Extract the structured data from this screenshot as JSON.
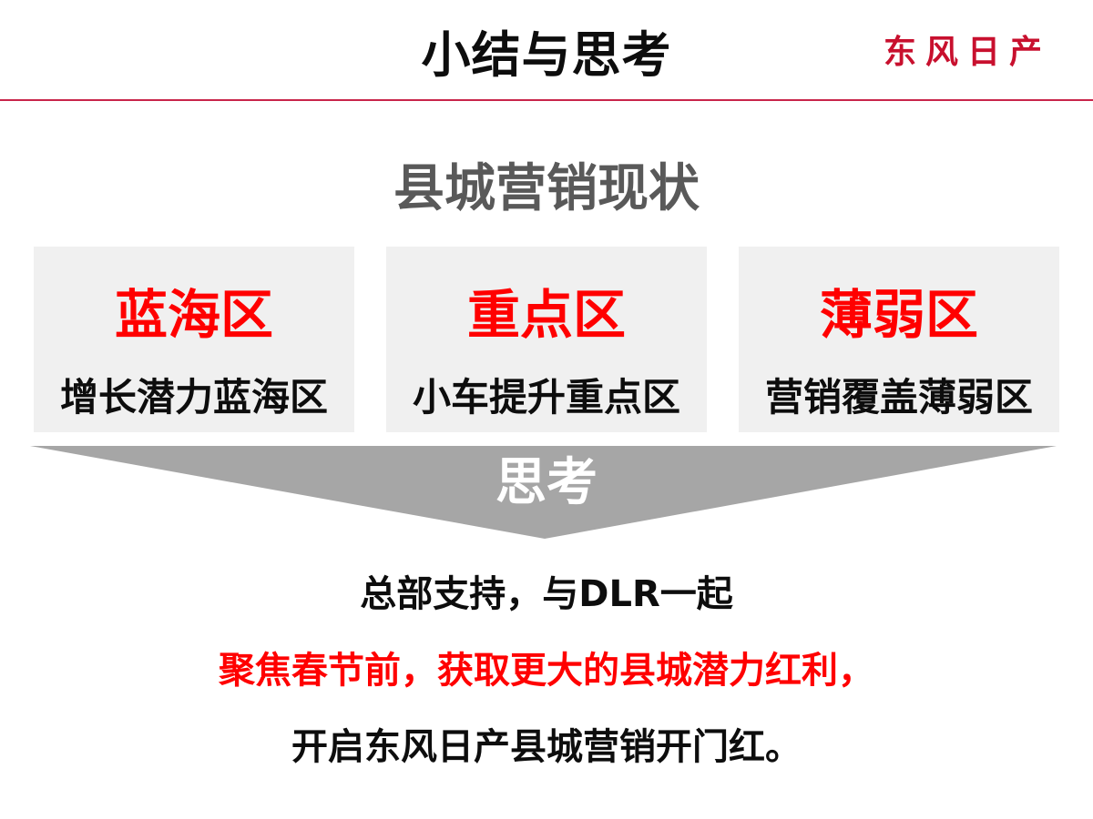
{
  "header": {
    "title": "小结与思考",
    "brand": "东风日产",
    "brand_color": "#c8102e",
    "rule_color": "#c8254a"
  },
  "section": {
    "heading": "县城营销现状"
  },
  "zones": [
    {
      "name": "蓝海区",
      "description": "增长潜力蓝海区"
    },
    {
      "name": "重点区",
      "description": "小车提升重点区"
    },
    {
      "name": "薄弱区",
      "description": "营销覆盖薄弱区"
    }
  ],
  "arrow": {
    "label": "思考",
    "color": "#a6a6a6"
  },
  "conclusion": {
    "line1": "总部支持，与DLR一起",
    "line2": "聚焦春节前，获取更大的县城潜力红利，",
    "line3": "开启东风日产县城营销开门红。",
    "highlight_color": "#ff0000"
  }
}
